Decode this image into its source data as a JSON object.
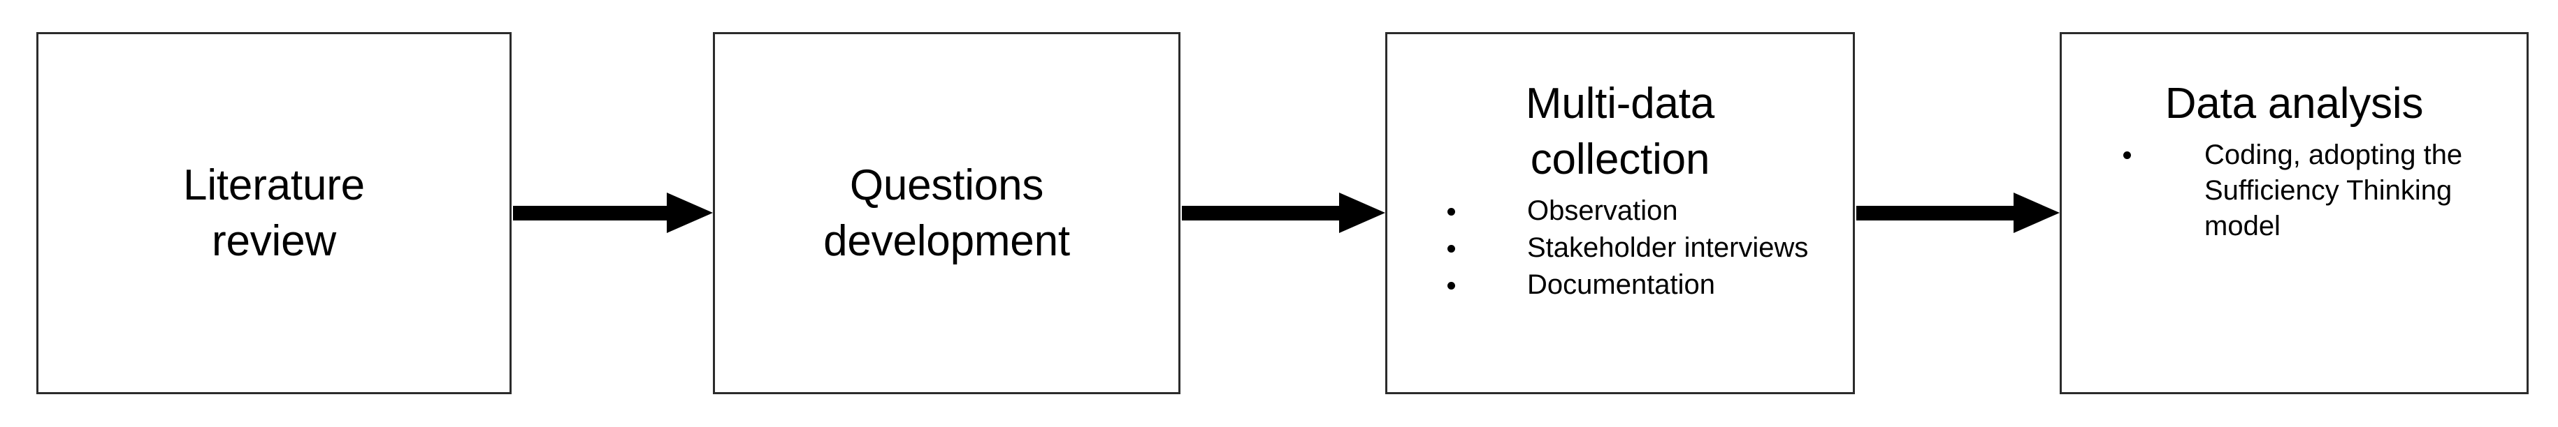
{
  "diagram": {
    "type": "process-flow",
    "orientation": "left-to-right",
    "background_color": "#ffffff",
    "box_border_color": "#2b2b2b",
    "arrow_color": "#000000",
    "text_color": "#000000",
    "steps": [
      {
        "id": "literature-review",
        "title": "Literature\nreview",
        "bullets": []
      },
      {
        "id": "questions-development",
        "title": "Questions\ndevelopment",
        "bullets": []
      },
      {
        "id": "multi-data-collection",
        "title": "Multi-data\ncollection",
        "bullets": [
          "Observation",
          "Stakeholder interviews",
          "Documentation"
        ]
      },
      {
        "id": "data-analysis",
        "title": "Data analysis",
        "bullets": [
          "Coding, adopting the Sufficiency Thinking model"
        ]
      }
    ],
    "connectors": [
      {
        "id": "arrow-1",
        "from": "literature-review",
        "to": "questions-development",
        "icon": "arrow-right-icon"
      },
      {
        "id": "arrow-2",
        "from": "questions-development",
        "to": "multi-data-collection",
        "icon": "arrow-right-icon"
      },
      {
        "id": "arrow-3",
        "from": "multi-data-collection",
        "to": "data-analysis",
        "icon": "arrow-right-icon"
      }
    ]
  }
}
